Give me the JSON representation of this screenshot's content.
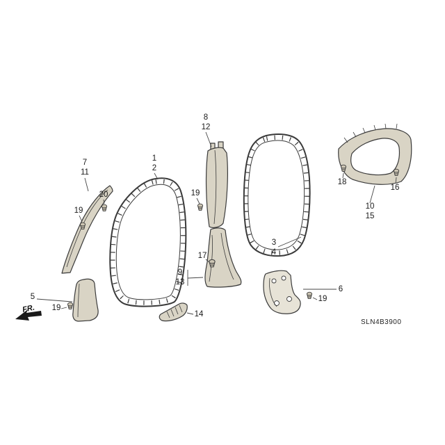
{
  "diagram": {
    "code": "SLN4B3900",
    "direction": "FR.",
    "callouts": [
      {
        "label": "7"
      },
      {
        "label": "11"
      },
      {
        "label": "20"
      },
      {
        "label": "19"
      },
      {
        "label": "1"
      },
      {
        "label": "2"
      },
      {
        "label": "8"
      },
      {
        "label": "12"
      },
      {
        "label": "19"
      },
      {
        "label": "17"
      },
      {
        "label": "9"
      },
      {
        "label": "13"
      },
      {
        "label": "3"
      },
      {
        "label": "4"
      },
      {
        "label": "10"
      },
      {
        "label": "15"
      },
      {
        "label": "18"
      },
      {
        "label": "16"
      },
      {
        "label": "5"
      },
      {
        "label": "19"
      },
      {
        "label": "14"
      },
      {
        "label": "6"
      },
      {
        "label": "19"
      }
    ]
  }
}
